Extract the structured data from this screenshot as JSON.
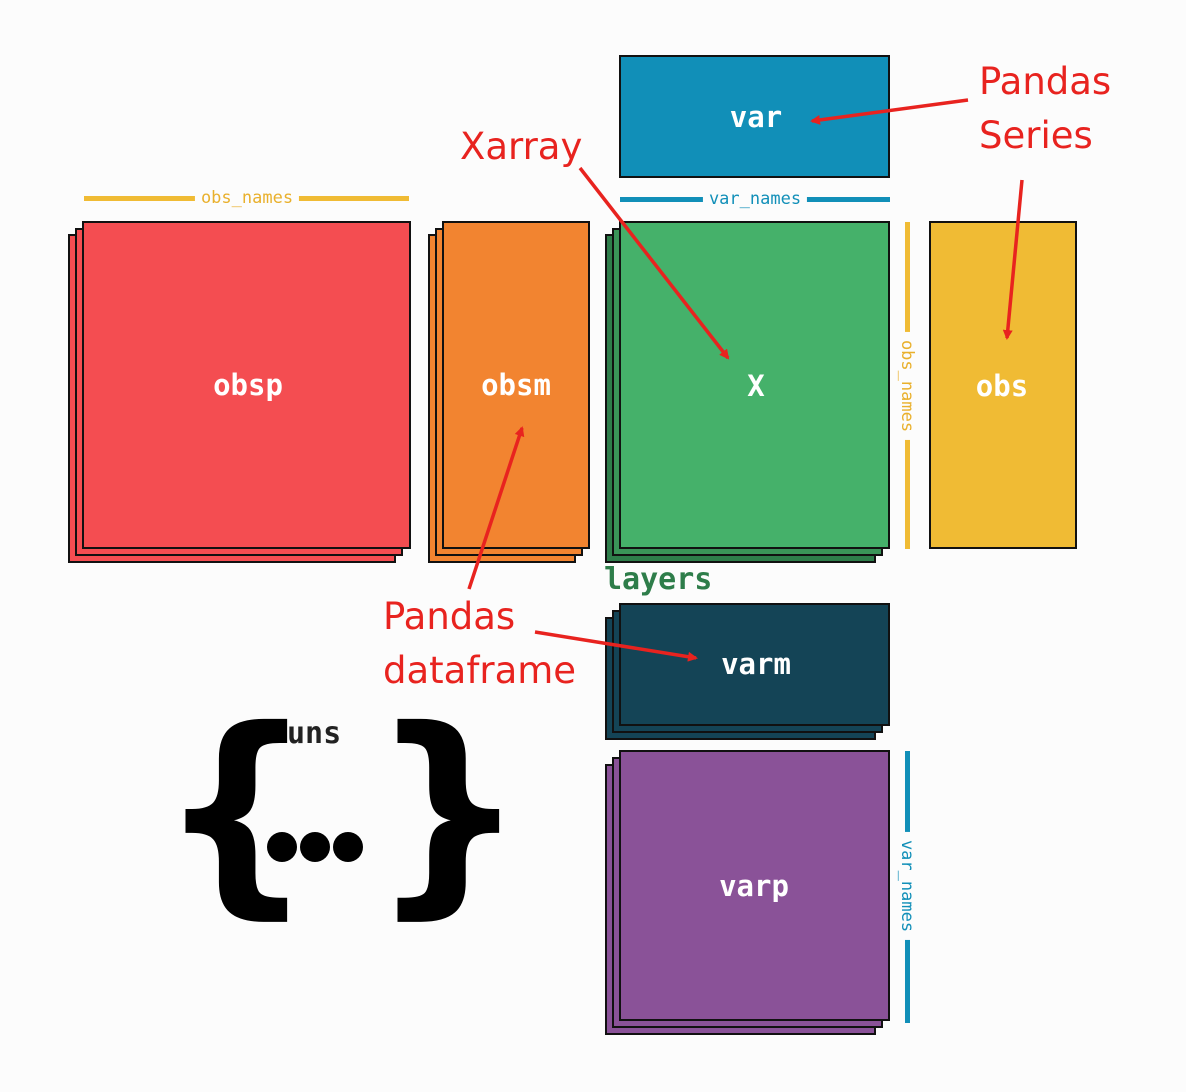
{
  "blocks": {
    "var": "var",
    "obsp": "obsp",
    "obsm": "obsm",
    "X": "X",
    "obs": "obs",
    "layers": "layers",
    "varm": "varm",
    "varp": "varp",
    "uns": "uns"
  },
  "dim_labels": {
    "obs_names_top": "obs_names",
    "var_names_top": "var_names",
    "obs_names_side": "obs_names",
    "var_names_side": "var_names"
  },
  "annotations": {
    "xarray": "Xarray",
    "pandas_series_line1": "Pandas",
    "pandas_series_line2": "Series",
    "pandas_df_line1": "Pandas",
    "pandas_df_line2": "dataframe"
  },
  "colors": {
    "obsp": "#f44d51",
    "obsm": "#f28430",
    "X": "#45b16a",
    "X_layers": "#2e7d4a",
    "var": "#118fb8",
    "obs": "#f0bb34",
    "varm": "#144456",
    "varp": "#8a5298",
    "annotation": "#e8231f",
    "layers_text": "#2e7d4a"
  }
}
